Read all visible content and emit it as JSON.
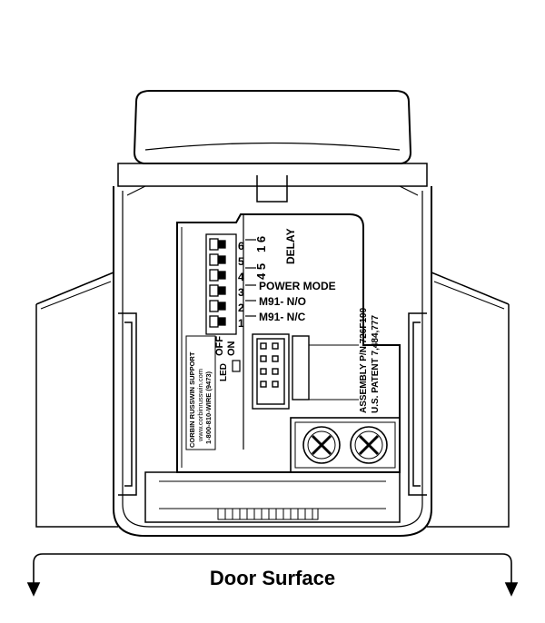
{
  "diagram": {
    "dip_switch": {
      "numbers": [
        "6",
        "5",
        "4",
        "3",
        "2",
        "1"
      ],
      "off_label": "OFF",
      "on_label": "ON",
      "legend": [
        {
          "pair": "1 6",
          "label": ""
        },
        {
          "pair": "4 5",
          "label": "DELAY"
        },
        {
          "pair": "1",
          "label": "POWER MODE"
        },
        {
          "pair": "1",
          "label": "M91- N/O"
        },
        {
          "pair": "1",
          "label": "M91- N/C"
        }
      ]
    },
    "led_label": "LED",
    "support_label": {
      "title": "CORBIN RUSSWIN SUPPORT",
      "website": "www.corbinrusswin.com",
      "phone": "1-800-810-WIRE (9473)"
    },
    "assembly_label": {
      "part_number": "ASSEMBLY P/N 726F199",
      "patent": "U.S. PATENT 7,484,777"
    },
    "door_surface_label": "Door Surface"
  }
}
